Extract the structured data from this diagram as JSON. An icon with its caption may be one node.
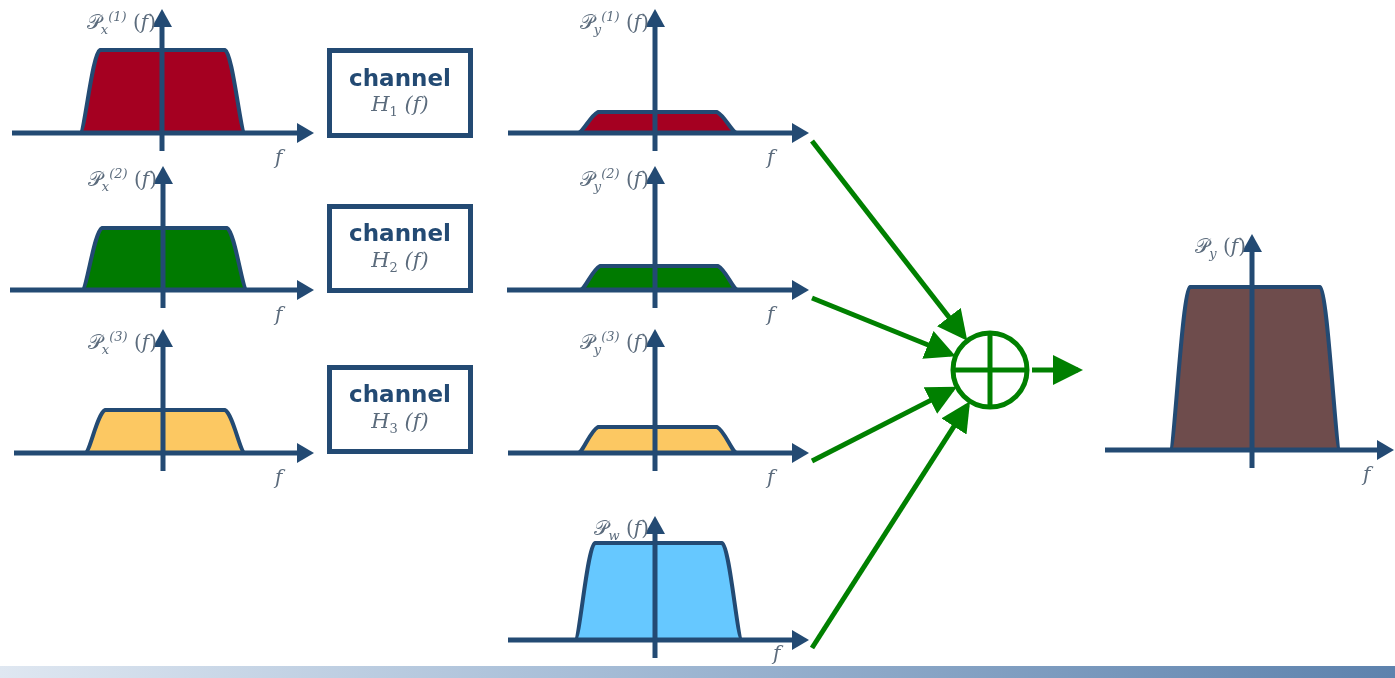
{
  "diagram": {
    "nodes": [
      {
        "text": [
          "𝒫$_{x}$$^{(1)}$ (*f*)",
          "f"
        ]
      },
      {
        "text": [
          "channel",
          "H$_{1}$ (*f*)"
        ]
      },
      {
        "text": [
          "𝒫$_{y}$$^{(1)}$ (*f*)",
          "f"
        ]
      },
      {
        "text": [
          "𝒫$_{x}$$^{(2)}$ (*f*)",
          "f"
        ]
      },
      {
        "text": [
          "channel",
          "H$_{2}$ (*f*)"
        ]
      },
      {
        "text": [
          "𝒫$_{y}$$^{(2)}$ (*f*)",
          "f"
        ]
      },
      {
        "text": [
          "𝒫$_{x}$$^{(3)}$ (*f*)",
          "f"
        ]
      },
      {
        "text": [
          "channel",
          "H$_{3}$ (*f*)"
        ]
      },
      {
        "text": [
          "𝒫$_{y}$$^{(3)}$ (*f*)",
          "f"
        ]
      },
      {
        "text": [
          "𝒫$_{w}$ (*f*)",
          "f"
        ]
      },
      {
        "text": [],
        "shape": "circle"
      },
      {
        "text": [
          "𝒫$_{y}$ (*f*)",
          "f"
        ]
      }
    ],
    "edges": [
      {
        "from": 2,
        "to": 10,
        "arrow": "to"
      },
      {
        "from": 5,
        "to": 10,
        "arrow": "to"
      },
      {
        "from": 8,
        "to": 10,
        "arrow": "to"
      },
      {
        "from": 9,
        "to": 10,
        "arrow": "to"
      },
      {
        "from": 10,
        "to": 11,
        "arrow": "to"
      }
    ]
  }
}
